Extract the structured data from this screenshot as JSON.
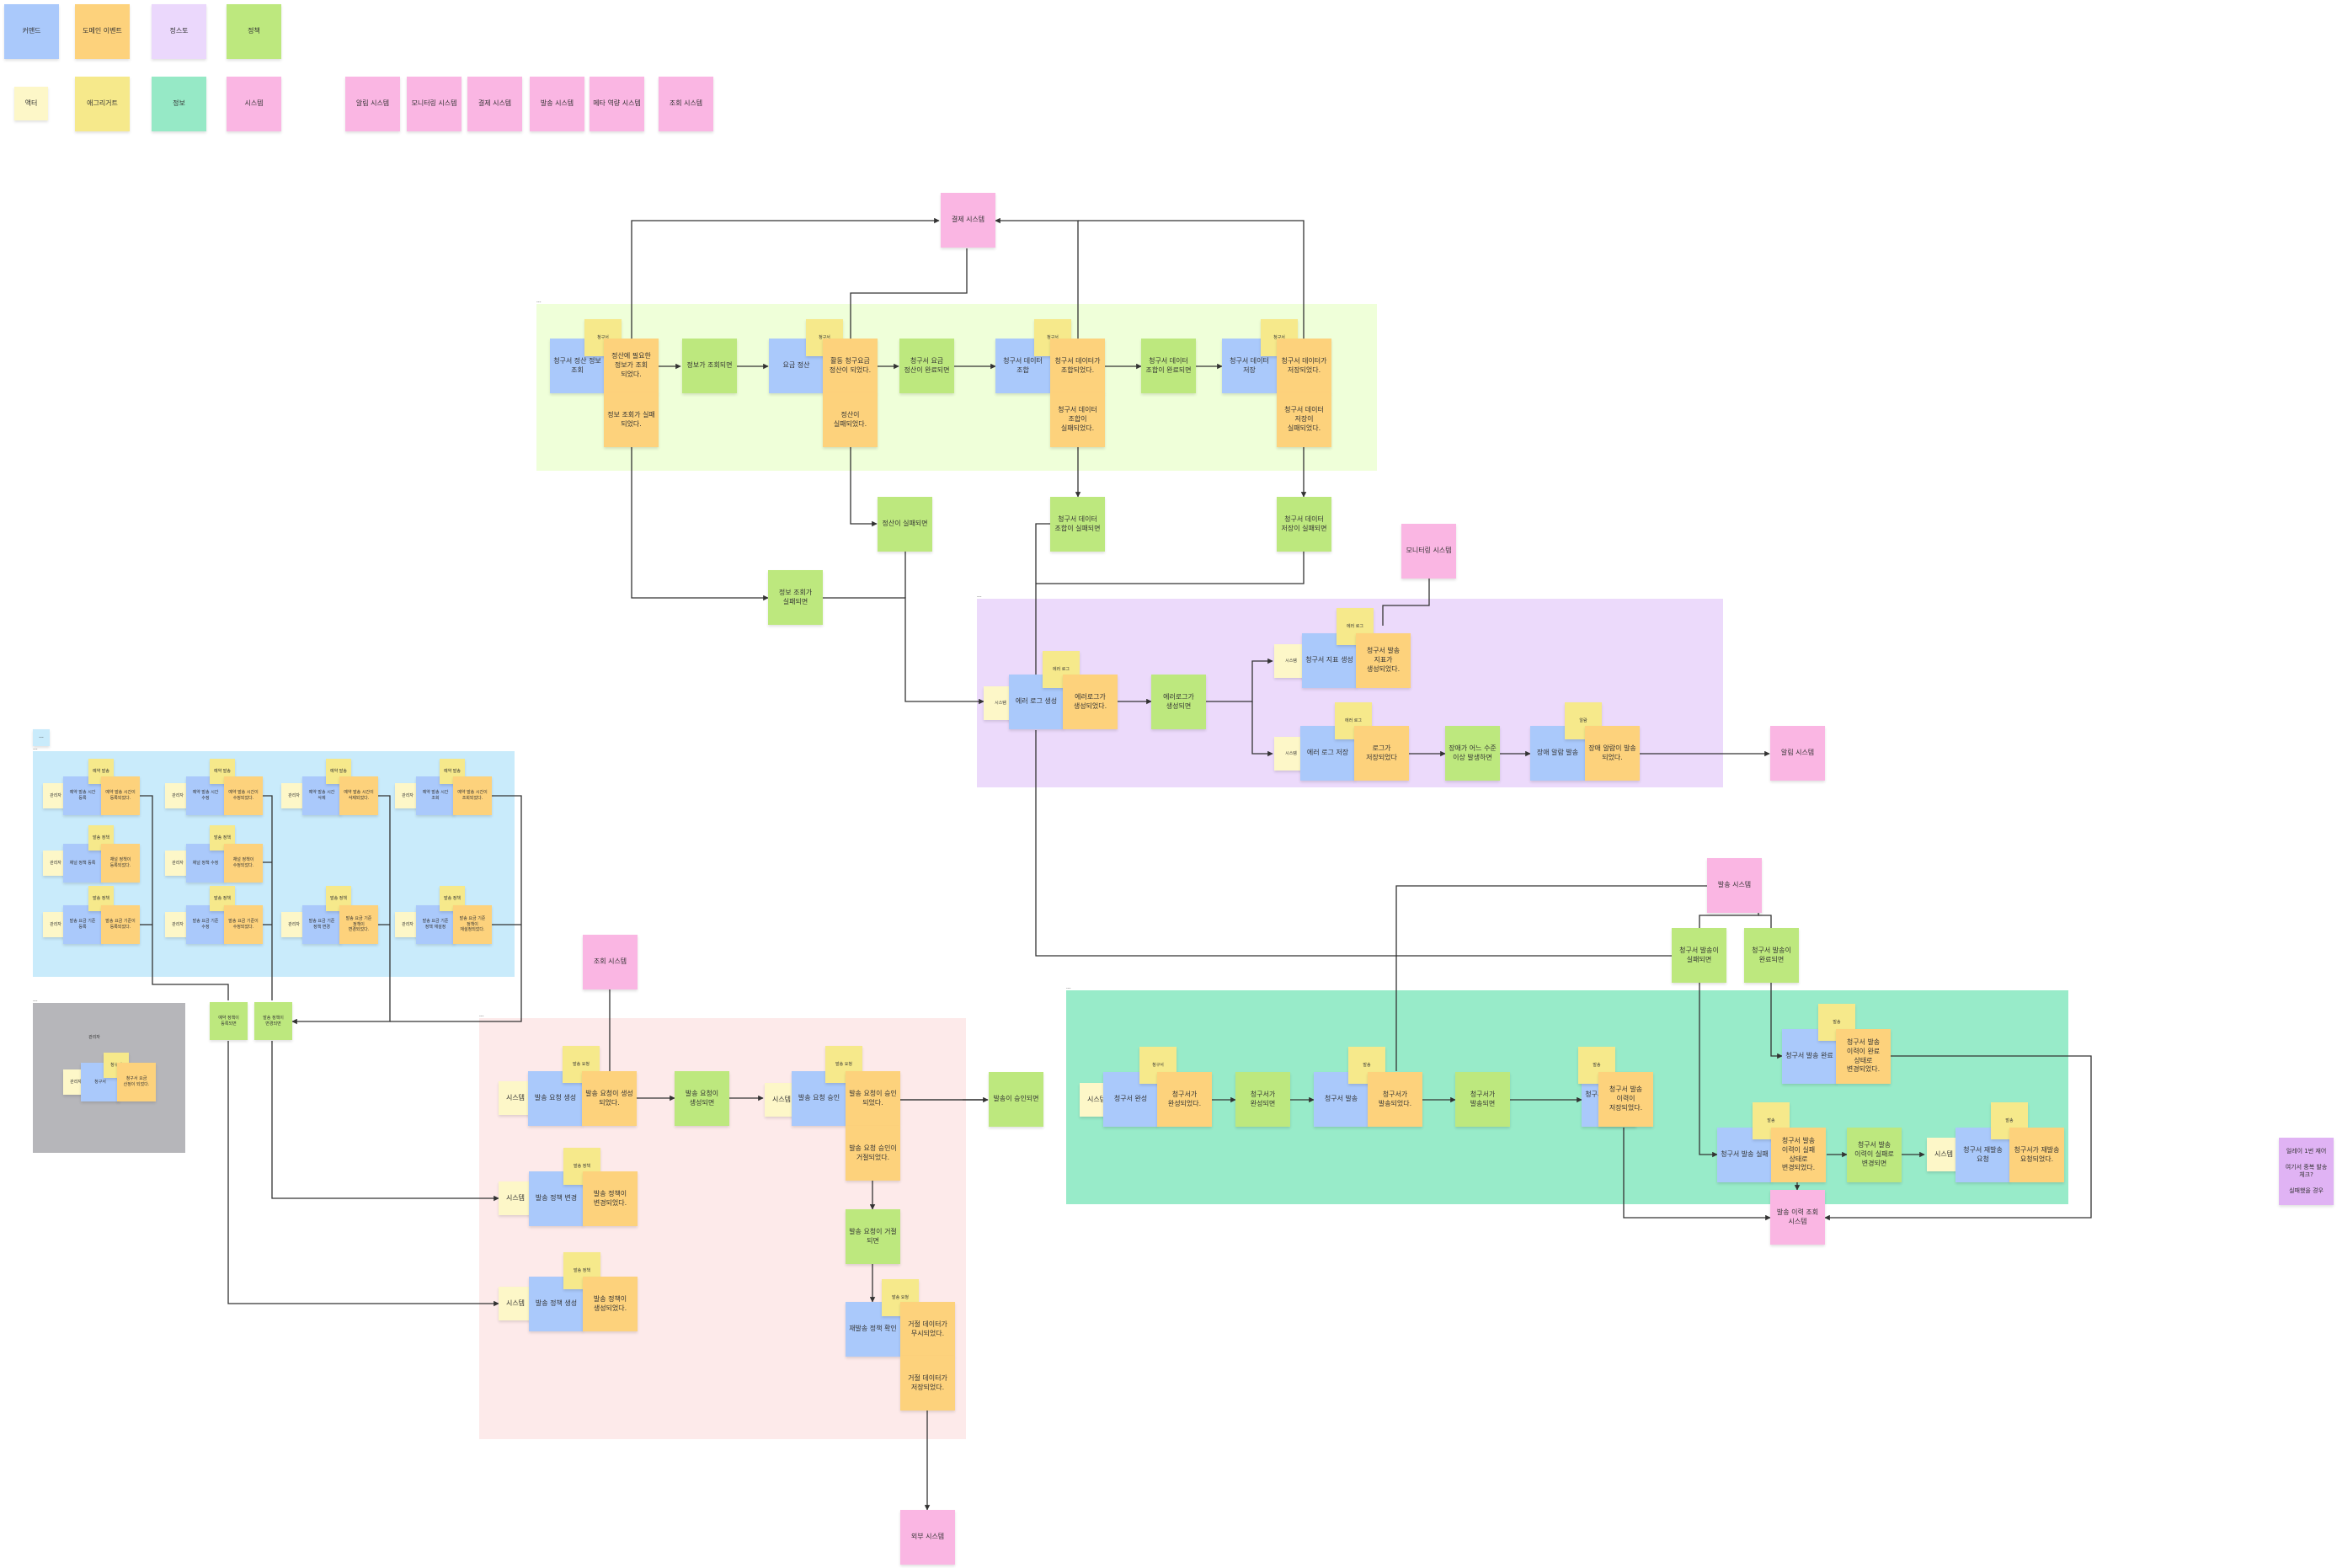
{
  "legend": {
    "row1": [
      "커맨드",
      "도메인 이벤트",
      "정스토",
      "정책"
    ],
    "row2": [
      "액터",
      "애그리거트",
      "정보",
      "시스템"
    ],
    "systems": [
      "알림 시스템",
      "모니터링 시스템",
      "결제 시스템",
      "발송 시스템",
      "메타 역량 시스템",
      "조회 시스템"
    ]
  },
  "zones": {
    "green": "---",
    "purple": "---",
    "blue": "---",
    "gray": "---",
    "pink": "---",
    "teal": "---"
  },
  "top": {
    "pay_system": "결제 시스템",
    "a_cmd": "청구서 정산 정보 조회",
    "a_agg": "청구서",
    "a_ev": "정산에 필요한 정보가 조회 되었다.",
    "a_fail": "정보 조회가 실패 되었다.",
    "a_pol": "정보가 조회되면",
    "b_cmd": "요금 정산",
    "b_agg": "청구서",
    "b_ev": "활동 청구요금 정산이 되었다.",
    "b_fail": "정산이 실패되었다.",
    "b_pol": "청구서 요금 정산이 완료되면",
    "c_cmd": "청구서 데이터 조합",
    "c_agg": "청구서",
    "c_ev": "청구서 데이터가 조합되었다.",
    "c_fail": "청구서 데이터 조합이 실패되었다.",
    "c_pol": "청구서 데이터 조합이 완료되면",
    "d_cmd": "청구서 데이터 저장",
    "d_agg": "청구서",
    "d_ev": "청구서 데이터가 저장되었다.",
    "d_fail": "청구서 데이터 저장이 실패되었다.",
    "p_settle_fail": "정산이 실패되면",
    "p_combine_fail": "청구서 데이터 조합이 실패되면",
    "p_save_fail": "청구서 데이터 저장이 실패되면",
    "p_info_fail": "정보 조회가 실패되면"
  },
  "middle": {
    "monitor_system": "모니터링 시스템",
    "actor1": "시스템",
    "log_cmd": "에러 로그 생성",
    "log_agg": "에러 로그",
    "log_ev": "에러로그가 생성되었다.",
    "log_pol": "에러로그가 생성되면",
    "actor2": "시스템",
    "remeasure_cmd": "청구서 지표 생성",
    "remeasure_agg": "에러 로그",
    "remeasure_ev": "청구서 발송 지표가 생성되었다.",
    "actor3": "시스템",
    "save_cmd": "에러 로그 저장",
    "save_agg": "에러 로그",
    "save_ev": "로그가 저장되었다",
    "save_pol": "장애가 어느 수준 이상 발생하면",
    "alarm_cmd": "장애 알람 발송",
    "alarm_agg": "알람",
    "alarm_ev": "장애 알람이 발송 되었다.",
    "alert_system": "알림 시스템"
  },
  "left": {
    "tiny_label": "---",
    "rows": [
      [
        {
          "actor": "관리자",
          "agg": "예약 발송",
          "cmd": "예약 발송 시간 등록",
          "ev": "예약 발송 시간이 등록되었다."
        },
        {
          "actor": "관리자",
          "agg": "예약 발송",
          "cmd": "예약 발송 시간 수정",
          "ev": "예약 발송 시간이 수정되었다."
        },
        {
          "actor": "관리자",
          "agg": "예약 발송",
          "cmd": "예약 발송 시간 삭제",
          "ev": "예약 발송 시간이 삭제되었다."
        },
        {
          "actor": "관리자",
          "agg": "예약 발송",
          "cmd": "예약 발송 시간 조회",
          "ev": "예약 발송 시간이 조회되었다."
        }
      ],
      [
        {
          "actor": "관리자",
          "agg": "발송 정책",
          "cmd": "채널 정책 등록",
          "ev": "채널 정책이 등록되었다."
        },
        {
          "actor": "관리자",
          "agg": "발송 정책",
          "cmd": "채널 정책 수정",
          "ev": "채널 정책이 수정되었다."
        }
      ],
      [
        {
          "actor": "관리자",
          "agg": "발송 정책",
          "cmd": "발송 요금 기준 등록",
          "ev": "발송 요금 기준이 등록되었다."
        },
        {
          "actor": "관리자",
          "agg": "발송 정책",
          "cmd": "발송 요금 기준 수정",
          "ev": "발송 요금 기준이 수정되었다."
        },
        {
          "actor": "관리자",
          "agg": "발송 정책",
          "cmd": "발송 요금 기준 정책 변경",
          "ev": "발송 요금 기준 정책이 변경되었다."
        },
        {
          "actor": "관리자",
          "agg": "발송 정책",
          "cmd": "발송 요금 기준 정책 재설정",
          "ev": "발송 요금 기준 정책이 재설정되었다."
        }
      ]
    ],
    "pol1": "예약 정책이 등록되면",
    "pol2": "발송 정책이 변경되면",
    "gray_label": "관리자",
    "gray_actor": "관리자",
    "gray_agg": "청구서",
    "gray_cmd": "청구서",
    "gray_ev": "청구서 요금 산정이 되었다."
  },
  "bottom": {
    "query_system": "조회 시스템",
    "r1_actor": "시스템",
    "r1_agg": "발송 요청",
    "r1_cmd": "발송 요청 생성",
    "r1_ev": "발송 요청이 생성 되었다.",
    "r1_pol": "발송 요청이 생성되면",
    "r2_actor": "시스템",
    "r2_agg": "발송 요청",
    "r2_cmd": "발송 요청 승인",
    "r2_ev": "발송 요청이 승인 되었다.",
    "r2_fail": "발송 요청 승인이 거절되었다.",
    "r2_pol": "발송이 승인되면",
    "r2_reject_pol": "발송 요청이 거절 되면",
    "r3_actor": "시스템",
    "r3_agg": "발송 정책",
    "r3_cmd": "발송 정책 변경",
    "r3_ev": "발송 정책이 변경되었다.",
    "r4_actor": "시스템",
    "r4_agg": "발송 정책",
    "r4_cmd": "발송 정책 생성",
    "r4_ev": "발송 정책이 생성되었다.",
    "rej_cmd": "재발송 정책 확인",
    "rej_agg": "발송 요청",
    "rej_ev": "거절 데이터가 무시되었다.",
    "rej_ev2": "거절 데이터가 저장되었다.",
    "ext_system": "외부 시스템"
  },
  "right": {
    "send_system": "발송 시스템",
    "p_fail": "청구서 발송이 실패되면",
    "p_done": "청구서 발송이 완료되면",
    "actor": "시스템",
    "s1_cmd": "청구서 완성",
    "s1_agg": "청구서",
    "s1_ev": "청구서가 완성되었다.",
    "s1_pol": "청구서가 완성되면",
    "s2_cmd": "청구서 발송",
    "s2_agg": "발송",
    "s2_ev": "청구서가 발송되었다.",
    "s2_pol": "청구서가 발송되면",
    "s3_cmd": "청구서 발송 이력 저장",
    "s3_agg": "발송",
    "s3_ev": "청구서 발송 이력이 저장되었다.",
    "t1_cmd": "청구서 발송 완료",
    "t1_agg": "발송",
    "t1_ev": "청구서 발송 이력이 완료 상태로 변경되었다.",
    "t2_cmd": "청구서 발송 실패",
    "t2_agg": "발송",
    "t2_ev": "청구서 발송 이력이 실패 상태로 변경되었다.",
    "t2_pol": "청구서 발송 이력이 실패로 변경되면",
    "actor2": "시스템",
    "t3_cmd": "청구서 재발송 요청",
    "t3_agg": "발송",
    "t3_ev": "청구서가 재발송 요청되었다.",
    "hist_system": "발송 이력 조회 시스템",
    "note": "일레이 1번 재어\n\n여기서 중복 발송 체크?\n\n실패했을 경우"
  }
}
